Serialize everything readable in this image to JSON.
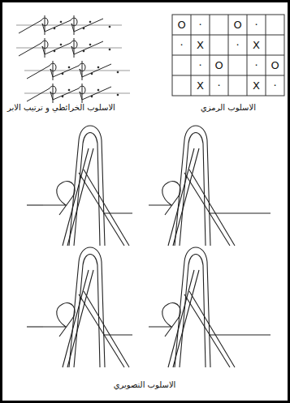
{
  "diagram": {
    "labels": [
      "O",
      "·",
      "O",
      "·",
      "·",
      "X",
      "·",
      "X",
      "·",
      "O",
      "·",
      "O",
      "X",
      "·",
      "X",
      "·",
      "الاسلوب الخرائطي و ترتيب الابر",
      "الاسلوب الرمزي",
      "الاسلوب التصويري"
    ]
  }
}
